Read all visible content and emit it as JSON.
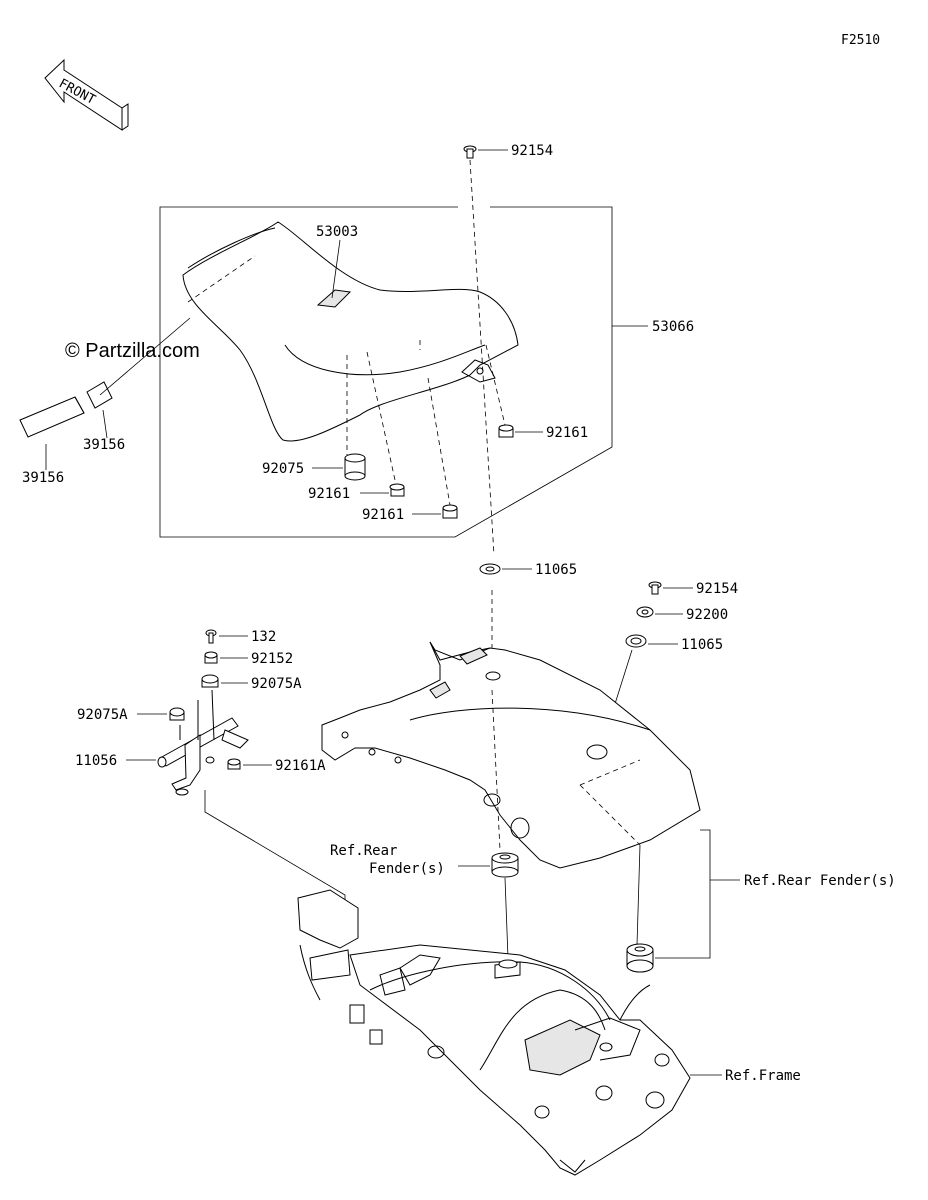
{
  "figure_code": "F2510",
  "direction_arrow": {
    "text": "FRONT",
    "icon": "front-arrow-icon"
  },
  "watermark": "© Partzilla.com",
  "seat_group_label": "53066",
  "parts": {
    "p92154_top": "92154",
    "p53003": "53003",
    "p53066": "53066",
    "p92161_right": "92161",
    "p92075": "92075",
    "p92161_mid": "92161",
    "p92161_low": "92161",
    "p39156_a": "39156",
    "p39156_b": "39156",
    "p11065_center": "11065",
    "p92154_right": "92154",
    "p92200": "92200",
    "p11065_right": "11065",
    "p132": "132",
    "p92152": "92152",
    "p92075A_right": "92075A",
    "p92075A_left": "92075A",
    "p11056": "11056",
    "p92161A": "92161A"
  },
  "references": {
    "rear_fender_left_1": "Ref.Rear",
    "rear_fender_left_2": "Fender(s)",
    "rear_fender_right": "Ref.Rear Fender(s)",
    "frame": "Ref.Frame"
  },
  "colors": {
    "line": "#000000",
    "background": "#ffffff",
    "shade": "#e6e6e6"
  }
}
